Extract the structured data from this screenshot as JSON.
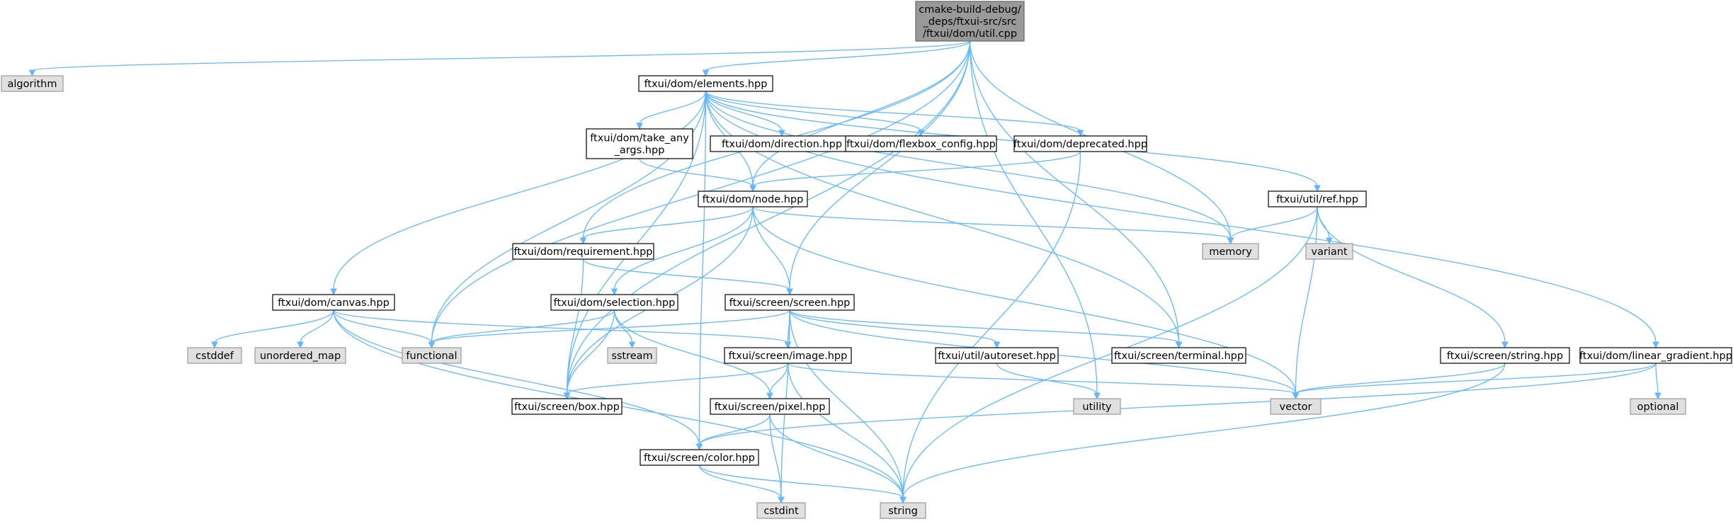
{
  "colors": {
    "edge": "#63b8ff",
    "node_fill": "#ffffff",
    "node_stroke": "#000000",
    "external_fill": "#e0e0e0",
    "external_stroke": "#999999",
    "root_fill": "#999999",
    "root_stroke": "#666666"
  },
  "nodes": [
    {
      "id": "util_cpp",
      "label": "cmake-build-debug/\n_deps/ftxui-src/src\n/ftxui/dom/util.cpp",
      "kind": "root"
    },
    {
      "id": "algorithm",
      "label": "algorithm",
      "kind": "external"
    },
    {
      "id": "elements",
      "label": "ftxui/dom/elements.hpp",
      "kind": "header"
    },
    {
      "id": "take_any_args",
      "label": "ftxui/dom/take_any\n_args.hpp",
      "kind": "header"
    },
    {
      "id": "direction",
      "label": "ftxui/dom/direction.hpp",
      "kind": "header"
    },
    {
      "id": "flexbox_config",
      "label": "ftxui/dom/flexbox_config.hpp",
      "kind": "header"
    },
    {
      "id": "deprecated",
      "label": "ftxui/dom/deprecated.hpp",
      "kind": "header"
    },
    {
      "id": "node",
      "label": "ftxui/dom/node.hpp",
      "kind": "header"
    },
    {
      "id": "ref",
      "label": "ftxui/util/ref.hpp",
      "kind": "header"
    },
    {
      "id": "memory",
      "label": "memory",
      "kind": "external"
    },
    {
      "id": "variant",
      "label": "variant",
      "kind": "external"
    },
    {
      "id": "requirement",
      "label": "ftxui/dom/requirement.hpp",
      "kind": "header"
    },
    {
      "id": "canvas",
      "label": "ftxui/dom/canvas.hpp",
      "kind": "header"
    },
    {
      "id": "selection",
      "label": "ftxui/dom/selection.hpp",
      "kind": "header"
    },
    {
      "id": "screen",
      "label": "ftxui/screen/screen.hpp",
      "kind": "header"
    },
    {
      "id": "string_hpp",
      "label": "ftxui/screen/string.hpp",
      "kind": "header"
    },
    {
      "id": "linear_gradient",
      "label": "ftxui/dom/linear_gradient.hpp",
      "kind": "header"
    },
    {
      "id": "cstddef",
      "label": "cstddef",
      "kind": "external"
    },
    {
      "id": "unordered_map",
      "label": "unordered_map",
      "kind": "external"
    },
    {
      "id": "functional",
      "label": "functional",
      "kind": "external"
    },
    {
      "id": "sstream",
      "label": "sstream",
      "kind": "external"
    },
    {
      "id": "image",
      "label": "ftxui/screen/image.hpp",
      "kind": "header"
    },
    {
      "id": "autoreset",
      "label": "ftxui/util/autoreset.hpp",
      "kind": "header"
    },
    {
      "id": "terminal",
      "label": "ftxui/screen/terminal.hpp",
      "kind": "header"
    },
    {
      "id": "box",
      "label": "ftxui/screen/box.hpp",
      "kind": "header"
    },
    {
      "id": "pixel",
      "label": "ftxui/screen/pixel.hpp",
      "kind": "header"
    },
    {
      "id": "utility",
      "label": "utility",
      "kind": "external"
    },
    {
      "id": "vector",
      "label": "vector",
      "kind": "external"
    },
    {
      "id": "optional",
      "label": "optional",
      "kind": "external"
    },
    {
      "id": "color",
      "label": "ftxui/screen/color.hpp",
      "kind": "header"
    },
    {
      "id": "cstdint",
      "label": "cstdint",
      "kind": "external"
    },
    {
      "id": "string",
      "label": "string",
      "kind": "external"
    }
  ],
  "edges": [
    [
      "util_cpp",
      "algorithm"
    ],
    [
      "util_cpp",
      "elements"
    ],
    [
      "util_cpp",
      "functional"
    ],
    [
      "util_cpp",
      "memory"
    ],
    [
      "util_cpp",
      "node"
    ],
    [
      "util_cpp",
      "requirement"
    ],
    [
      "util_cpp",
      "box"
    ],
    [
      "util_cpp",
      "screen"
    ],
    [
      "util_cpp",
      "terminal"
    ],
    [
      "util_cpp",
      "utility"
    ],
    [
      "elements",
      "take_any_args"
    ],
    [
      "elements",
      "direction"
    ],
    [
      "elements",
      "flexbox_config"
    ],
    [
      "elements",
      "deprecated"
    ],
    [
      "elements",
      "node"
    ],
    [
      "elements",
      "ref"
    ],
    [
      "elements",
      "memory"
    ],
    [
      "elements",
      "canvas"
    ],
    [
      "elements",
      "linear_gradient"
    ],
    [
      "elements",
      "functional"
    ],
    [
      "elements",
      "box"
    ],
    [
      "elements",
      "color"
    ],
    [
      "elements",
      "terminal"
    ],
    [
      "take_any_args",
      "node"
    ],
    [
      "deprecated",
      "node"
    ],
    [
      "deprecated",
      "string"
    ],
    [
      "node",
      "requirement"
    ],
    [
      "node",
      "selection"
    ],
    [
      "node",
      "screen"
    ],
    [
      "node",
      "memory"
    ],
    [
      "node",
      "box"
    ],
    [
      "node",
      "vector"
    ],
    [
      "requirement",
      "screen"
    ],
    [
      "requirement",
      "box"
    ],
    [
      "ref",
      "memory"
    ],
    [
      "ref",
      "variant"
    ],
    [
      "ref",
      "string_hpp"
    ],
    [
      "ref",
      "vector"
    ],
    [
      "ref",
      "string"
    ],
    [
      "canvas",
      "cstddef"
    ],
    [
      "canvas",
      "unordered_map"
    ],
    [
      "canvas",
      "functional"
    ],
    [
      "canvas",
      "image"
    ],
    [
      "canvas",
      "color"
    ],
    [
      "canvas",
      "string"
    ],
    [
      "selection",
      "functional"
    ],
    [
      "selection",
      "sstream"
    ],
    [
      "selection",
      "box"
    ],
    [
      "selection",
      "pixel"
    ],
    [
      "screen",
      "functional"
    ],
    [
      "screen",
      "image"
    ],
    [
      "screen",
      "autoreset"
    ],
    [
      "screen",
      "terminal"
    ],
    [
      "screen",
      "vector"
    ],
    [
      "screen",
      "string"
    ],
    [
      "screen",
      "cstdint"
    ],
    [
      "image",
      "box"
    ],
    [
      "image",
      "pixel"
    ],
    [
      "image",
      "string"
    ],
    [
      "image",
      "vector"
    ],
    [
      "pixel",
      "color"
    ],
    [
      "pixel",
      "cstdint"
    ],
    [
      "pixel",
      "string"
    ],
    [
      "color",
      "cstdint"
    ],
    [
      "color",
      "string"
    ],
    [
      "autoreset",
      "utility"
    ],
    [
      "string_hpp",
      "vector"
    ],
    [
      "string_hpp",
      "string"
    ],
    [
      "linear_gradient",
      "color"
    ],
    [
      "linear_gradient",
      "optional"
    ],
    [
      "linear_gradient",
      "vector"
    ]
  ]
}
